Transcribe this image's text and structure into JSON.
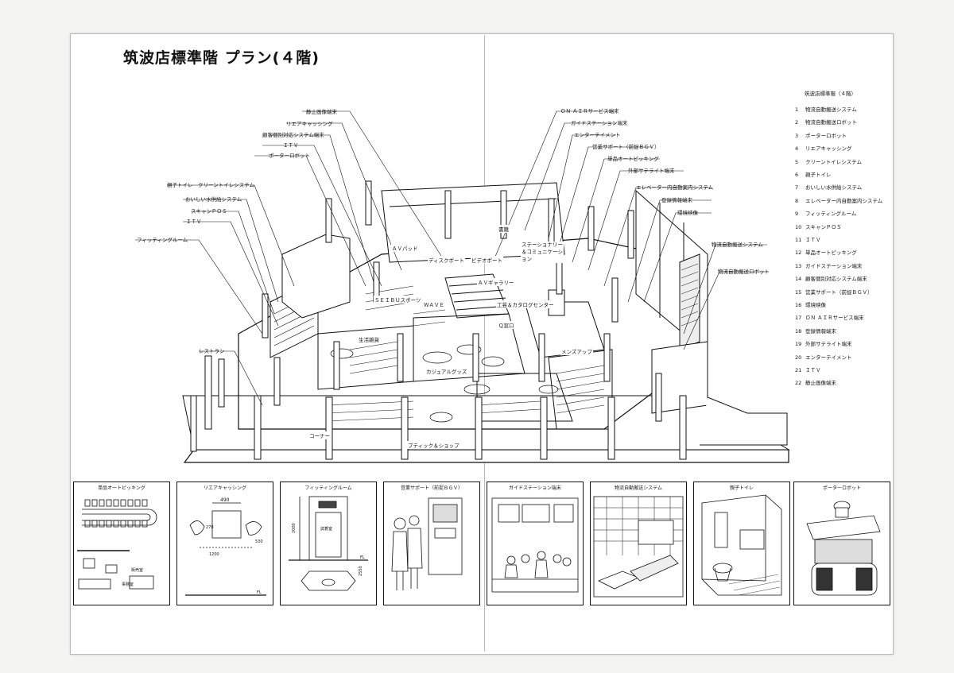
{
  "title": "筑波店標準階 プラン(４階)",
  "callouts_left": [
    "静止画像端末",
    "リエアキャッシング",
    "顧客個別対応システム端末",
    "ＩＴＶ",
    "ポーターロボット",
    "親子トイレ　クリーントイレシステム",
    "おいしい水供給システム",
    "スキャンＰＯＳ",
    "ＩＴＶ",
    "フィッティングルーム",
    "レストラン"
  ],
  "callouts_right": [
    "ＯＮ ＡＩＲサービス端末",
    "ガイドステーション端末",
    "エンターテイメント",
    "営業サポート（前捉ＢＧＶ）",
    "単品オートピッキング",
    "外部サテライト端末",
    "エレベーター内自動案内システム",
    "登録情報端末",
    "環境映像",
    "物流自動搬送システム",
    "物流自動搬送ロボット"
  ],
  "plan_labels": {
    "av_pad": "ＡＶパッド",
    "disk_port": "ディスクポート",
    "video_port": "ビデオポート",
    "books": "書籍",
    "stationery": "ステーショナリー＆コミュニケーション",
    "seibu_sports": "ＳＥＩＢＵスポーツ",
    "av_gallery": "ＡＶギャラリー",
    "wave": "ＷＡＶＥ",
    "craft": "工芸＆カタログセンター",
    "q_counter": "Ｑ窓口",
    "life_goods": "生活雑貨",
    "casual": "カジュアルグッズ",
    "mens": "メンズアップ",
    "cosmetics": "コーナー",
    "boutique": "ブティック＆ショップ"
  },
  "legend": {
    "title": "筑波店標準階（４階）",
    "items": [
      "物流自動搬送システム",
      "物流自動搬送ロボット",
      "ポーターロボット",
      "リエアキャッシング",
      "クリーントイレシステム",
      "親子トイレ",
      "おいしい水供給システム",
      "エレベーター内自動案内システム",
      "フィッティングルーム",
      "スキャンＰＯＳ",
      "ＩＴＶ",
      "単品オートピッキング",
      "ガイドステーション端末",
      "顧客個別対応システム端末",
      "営業サポート（前捉ＢＧＶ）",
      "環境映像",
      "ＯＮ ＡＩＲサービス端末",
      "登録情報端末",
      "外部サテライト端末",
      "エンターテイメント",
      "ＩＴＶ",
      "静止画像端末"
    ]
  },
  "panels": [
    {
      "title": "単品オートピッキング",
      "notes": [
        "事務室",
        "販売室"
      ]
    },
    {
      "title": "リエアキャッシング",
      "notes": [
        "490",
        "270",
        "1200",
        "530",
        "FL"
      ]
    },
    {
      "title": "フィッティングルーム",
      "notes": [
        "試着室",
        "2000",
        "2550",
        "FL"
      ]
    },
    {
      "title": "営業サポート（前捉ＢＧＶ）",
      "notes": []
    },
    {
      "title": "ガイドステーション端末",
      "notes": []
    },
    {
      "title": "物流自動搬送システム",
      "notes": []
    },
    {
      "title": "親子トイレ",
      "notes": []
    },
    {
      "title": "ポーターロボット",
      "notes": []
    }
  ]
}
